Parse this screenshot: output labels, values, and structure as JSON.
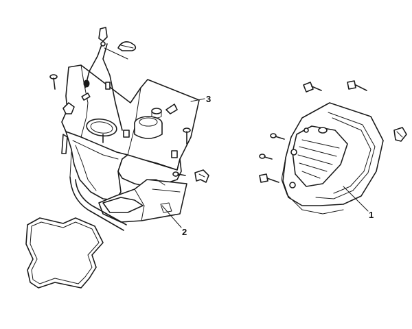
{
  "callouts": [
    {
      "id": "1",
      "label": "1"
    },
    {
      "id": "2",
      "label": "2"
    },
    {
      "id": "3",
      "label": "3"
    }
  ],
  "colors": {
    "line": "#1a1a1a",
    "background": "#ffffff"
  },
  "icons": [
    "bolt-icon",
    "clip-icon",
    "gasket-icon",
    "fan-cover-icon",
    "shroud-icon"
  ]
}
